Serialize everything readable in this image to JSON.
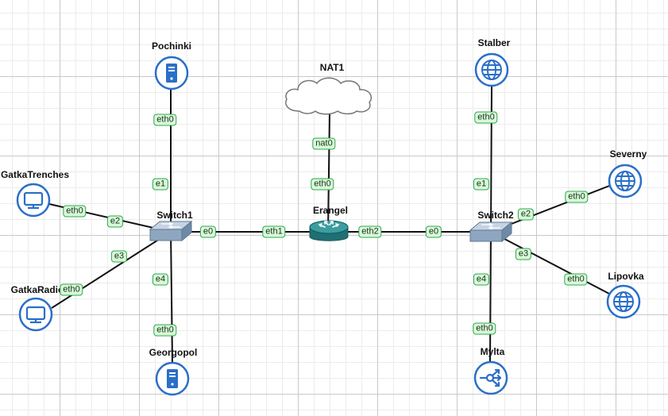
{
  "nodes": {
    "pochinki": "Pochinki",
    "nat1": "NAT1",
    "stalber": "Stalber",
    "gatkatrenches": "GatkaTrenches",
    "switch1": "Switch1",
    "erangel": "Erangel",
    "switch2": "Switch2",
    "severny": "Severny",
    "gatkaradio": "GatkaRadio",
    "lipovka": "Lipovka",
    "georgopol": "Georgopol",
    "mylta": "Mylta"
  },
  "ports": {
    "pochinki_eth0": "eth0",
    "switch1_e1": "e1",
    "nat1_nat0": "nat0",
    "erangel_eth0": "eth0",
    "stalber_eth0": "eth0",
    "switch2_e1": "e1",
    "gatkatrenches_eth0": "eth0",
    "switch1_e2": "e2",
    "switch1_e0": "e0",
    "erangel_eth1": "eth1",
    "erangel_eth2": "eth2",
    "switch2_e0": "e0",
    "switch2_e2": "e2",
    "severny_eth0": "eth0",
    "switch1_e3": "e3",
    "gatkaradio_eth0": "eth0",
    "switch2_e3": "e3",
    "lipovka_eth0": "eth0",
    "switch1_e4": "e4",
    "georgopol_eth0": "eth0",
    "switch2_e4": "e4",
    "mylta_eth0": "eth0"
  },
  "colors": {
    "device_blue": "#2a6fc9",
    "port_fill": "#d8f8d8",
    "port_border": "#2fa84f",
    "router_teal": "#2e8f92",
    "link": "#111111"
  },
  "icons": {
    "pochinki": "server-icon",
    "georgopol": "server-icon",
    "stalber": "globe-icon",
    "severny": "globe-icon",
    "lipovka": "globe-icon",
    "gatkatrenches": "monitor-icon",
    "gatkaradio": "monitor-icon",
    "mylta": "share-icon",
    "nat1": "cloud-icon",
    "erangel": "router-icon",
    "switch1": "switch-icon",
    "switch2": "switch-icon"
  }
}
